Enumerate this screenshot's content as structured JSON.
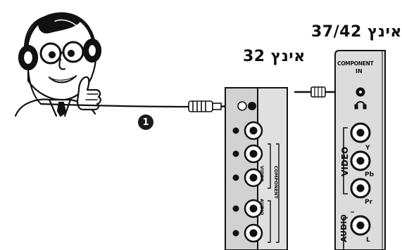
{
  "labels": {
    "tv_32": "32 אינץ",
    "tv_37_42": "37/42 אינץ",
    "component_in_line1": "COMPONENT",
    "component_in_line2": "IN",
    "video_panel_big": "VIDEO",
    "audio_panel_big": "AUDIO",
    "video_panel_small": "VIDEO",
    "component_panel_small": "COMPONENT",
    "audio_panel_small": "AUDIO",
    "pin_y": "Y",
    "pin_pb": "Pb",
    "pin_pr": "Pr",
    "pin_l": "L"
  },
  "step": {
    "number": "1"
  },
  "colors": {
    "ink": "#111111",
    "panel": "#d9d9d9",
    "badge": "#1a1a1a"
  },
  "icons": [
    "person-with-headphones-icon",
    "headphone-plug-icon",
    "headphone-jack-icon",
    "rca-jack-icon"
  ]
}
